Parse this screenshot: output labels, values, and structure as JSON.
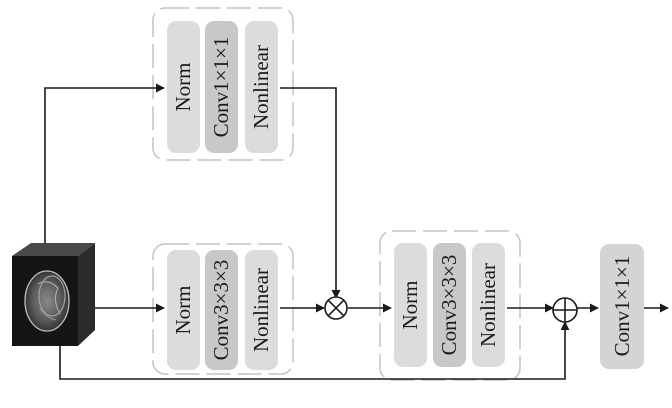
{
  "input": {
    "icon": "mri-volume-cube"
  },
  "top_branch": {
    "blocks": [
      "Norm",
      "Conv1×1×1",
      "Nonlinear"
    ]
  },
  "middle_branch": {
    "blocks": [
      "Norm",
      "Conv3×3×3",
      "Nonlinear"
    ]
  },
  "second_branch": {
    "blocks": [
      "Norm",
      "Conv3×3×3",
      "Nonlinear"
    ]
  },
  "output_block": {
    "label": "Conv1×1×1"
  },
  "operators": {
    "multiply": "multiply-icon",
    "add": "add-icon"
  }
}
